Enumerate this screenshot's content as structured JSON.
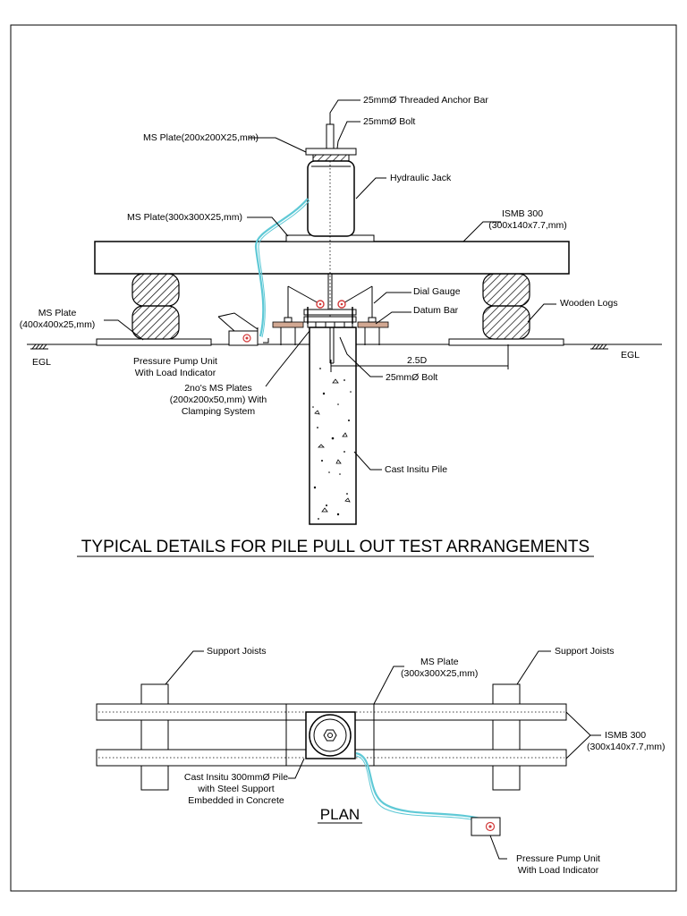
{
  "section": {
    "labels": {
      "anchor_bar": "25mmØ Threaded Anchor Bar",
      "bolt_top": "25mmØ Bolt",
      "ms_plate_top": "MS Plate(200x200X25,mm)",
      "hydraulic_jack": "Hydraulic Jack",
      "ms_plate_mid": "MS Plate(300x300X25,mm)",
      "ismb_line1": "ISMB 300",
      "ismb_line2": "(300x140x7.7,mm)",
      "dial_gauge": "Dial Gauge",
      "datum_bar": "Datum Bar",
      "wooden_logs": "Wooden Logs",
      "ms_plate_left_line1": "MS Plate",
      "ms_plate_left_line2": "(400x400x25,mm)",
      "egl_left": "EGL",
      "egl_right": "EGL",
      "pump_line1": "Pressure Pump Unit",
      "pump_line2": "With Load Indicator",
      "clamp_line1": "2no's MS Plates",
      "clamp_line2": "(200x200x50,mm) With",
      "clamp_line3": "Clamping System",
      "dimension": "2.5D",
      "bolt_bottom": "25mmØ Bolt",
      "pile": "Cast Insitu Pile"
    },
    "title": "TYPICAL DETAILS FOR PILE PULL OUT TEST ARRANGEMENTS"
  },
  "plan": {
    "labels": {
      "support_joists_left": "Support Joists",
      "ms_plate_line1": "MS Plate",
      "ms_plate_line2": "(300x300X25,mm)",
      "support_joists_right": "Support Joists",
      "ismb_line1": "ISMB 300",
      "ismb_line2": "(300x140x7.7,mm)",
      "pile_line1": "Cast Insitu 300mmØ Pile",
      "pile_line2": "with Steel Support",
      "pile_line3": "Embedded in Concrete",
      "pump_line1": "Pressure Pump Unit",
      "pump_line2": "With Load Indicator"
    },
    "title": "PLAN"
  },
  "colors": {
    "hose": "#5fc9d6",
    "gauge_red": "#d23a3a",
    "datum_bar": "#d2a892",
    "line": "#000000"
  }
}
